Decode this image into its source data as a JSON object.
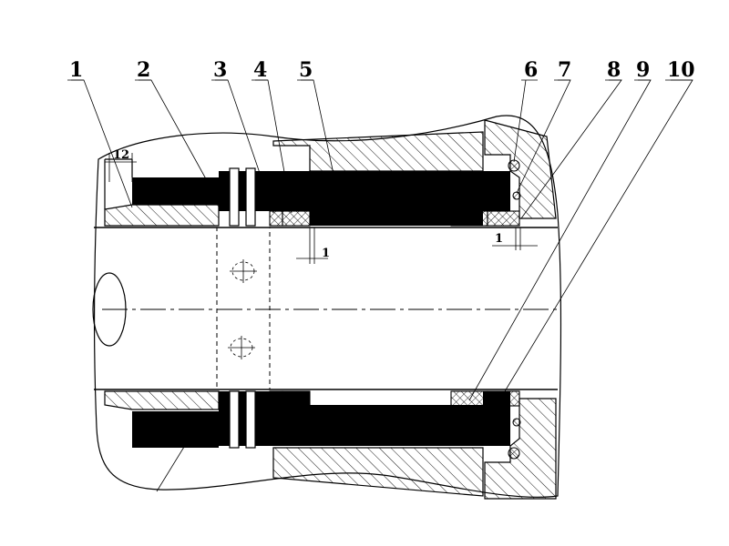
{
  "part_labels": [
    "1",
    "2",
    "3",
    "4",
    "5",
    "6",
    "7",
    "8",
    "9",
    "10"
  ],
  "dimensions": {
    "top_left": "12",
    "gap_left": "1",
    "gap_right": "1"
  }
}
